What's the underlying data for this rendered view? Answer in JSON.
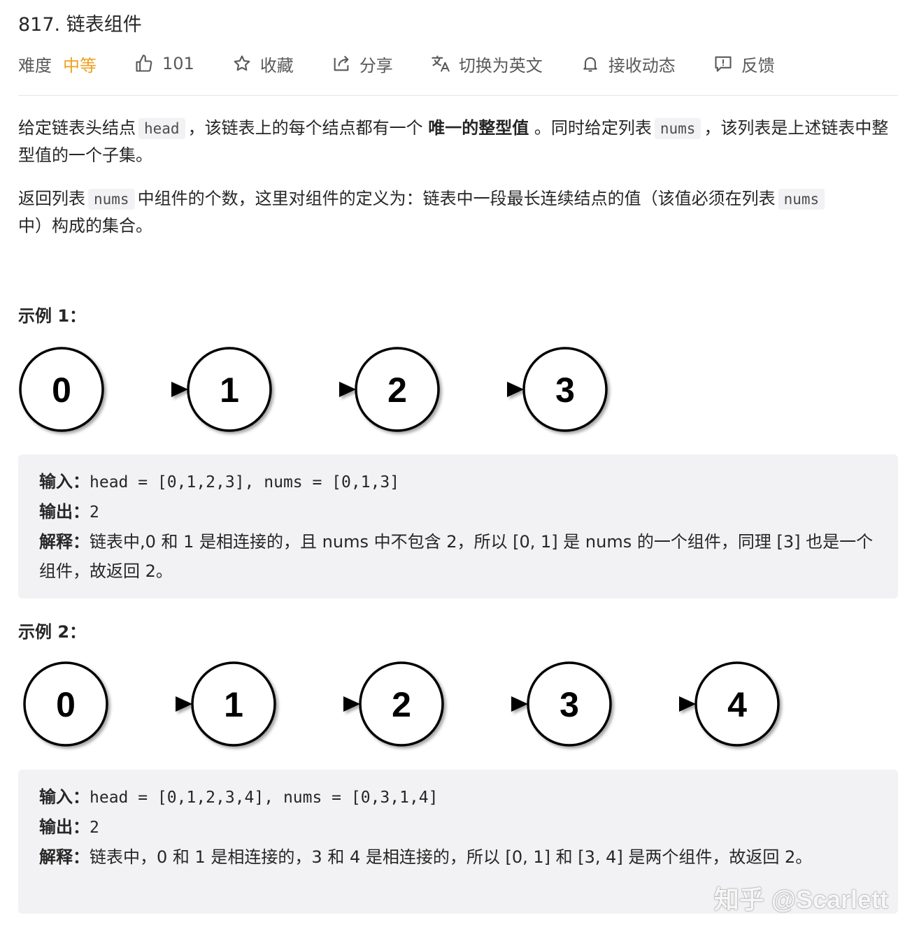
{
  "problem": {
    "title": "817. 链表组件"
  },
  "toolbar": {
    "difficulty_label": "难度",
    "difficulty_value": "中等",
    "difficulty_color": "#f0a020",
    "likes_count": "101",
    "favorite_label": "收藏",
    "share_label": "分享",
    "switch_lang_label": "切换为英文",
    "notify_label": "接收动态",
    "feedback_label": "反馈"
  },
  "description": {
    "p1_a": "给定链表头结点",
    "p1_code1": "head",
    "p1_b": "，该链表上的每个结点都有一个",
    "p1_bold": "唯一的整型值",
    "p1_c": "。同时给定列表",
    "p1_code2": "nums",
    "p1_d": "，该列表是上述链表中整型值的一个子集。",
    "p2_a": "返回列表",
    "p2_code1": "nums",
    "p2_b": "中组件的个数，这里对组件的定义为：链表中一段最长连续结点的值（该值必须在列表",
    "p2_code2": "nums",
    "p2_c": "中）构成的集合。"
  },
  "examples": [
    {
      "title": "示例 1：",
      "nodes": [
        "0",
        "1",
        "2",
        "3"
      ],
      "input_label": "输入：",
      "input_value": "head = [0,1,2,3], nums = [0,1,3]",
      "output_label": "输出：",
      "output_value": "2",
      "explain_label": "解释：",
      "explain_value": "链表中,0 和 1 是相连接的，且 nums 中不包含 2，所以 [0, 1] 是 nums 的一个组件，同理 [3] 也是一个组件，故返回 2。"
    },
    {
      "title": "示例 2：",
      "nodes": [
        "0",
        "1",
        "2",
        "3",
        "4"
      ],
      "input_label": "输入：",
      "input_value": "head = [0,1,2,3,4], nums = [0,3,1,4]",
      "output_label": "输出：",
      "output_value": "2",
      "explain_label": "解释：",
      "explain_value": "链表中，0 和 1 是相连接的，3 和 4 是相连接的，所以 [0, 1] 和 [3, 4] 是两个组件，故返回 2。"
    }
  ],
  "watermark": "知乎 @Scarlett"
}
